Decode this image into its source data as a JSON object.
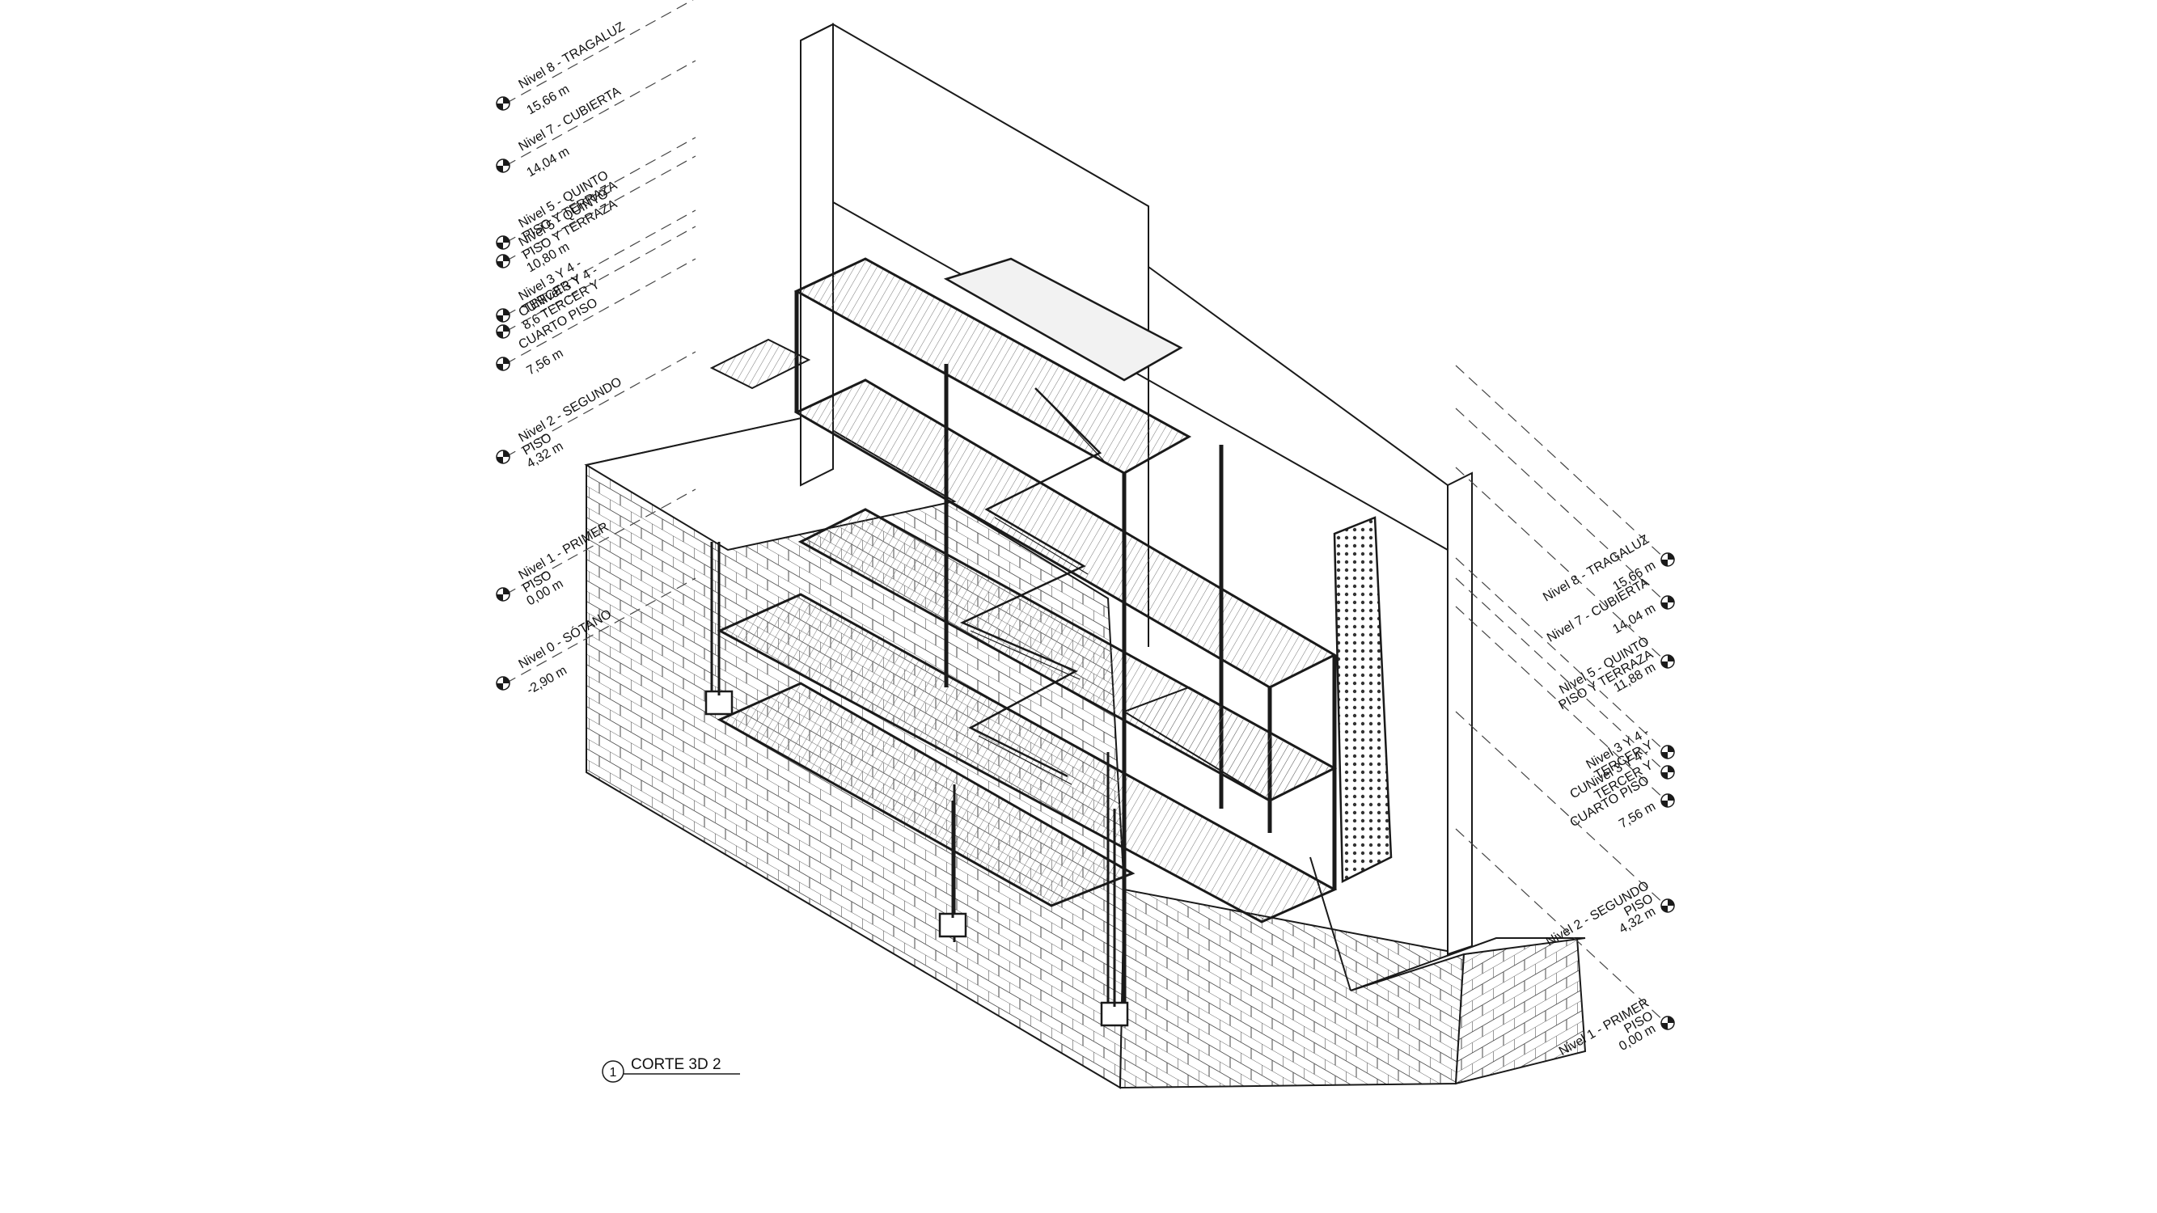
{
  "drawing": {
    "title_number": "1",
    "title": "CORTE 3D 2"
  },
  "levels_left": [
    {
      "name_l1": "Nivel 8 - TRAGALUZ",
      "name_l2": "",
      "elevation": "15,66 m"
    },
    {
      "name_l1": "Nivel 7 - CUBIERTA",
      "name_l2": "",
      "elevation": "14,04 m"
    },
    {
      "name_l1": "Nivel 5 - QUINTO",
      "name_l2": "PISO Y TERRAZA",
      "elevation": ""
    },
    {
      "name_l1": "Nivel 5 - QUINTO",
      "name_l2": "PISO Y TERRAZA",
      "elevation": "10,80 m"
    },
    {
      "name_l1": "Nivel 3 Y 4 -",
      "name_l2": "TERCER Y",
      "elevation": ""
    },
    {
      "name_l1": "CUNivel 3 Y 4 -",
      "name_l2": "8,6 TERCER Y",
      "elevation": ""
    },
    {
      "name_l1": "CUARTO PISO",
      "name_l2": "",
      "elevation": "7,56 m"
    },
    {
      "name_l1": "Nivel 2 - SEGUNDO",
      "name_l2": "PISO",
      "elevation": "4,32 m"
    },
    {
      "name_l1": "Nivel 1 - PRIMER",
      "name_l2": "PISO",
      "elevation": "0,00 m"
    },
    {
      "name_l1": "Nivel 0 - SÓTANO",
      "name_l2": "",
      "elevation": "-2,90 m"
    }
  ],
  "levels_right": [
    {
      "name_l1": "Nivel 8 - TRAGALUZ",
      "name_l2": "",
      "elevation": "15,66 m"
    },
    {
      "name_l1": "Nivel 7 - CUBIERTA",
      "name_l2": "",
      "elevation": "14,04 m"
    },
    {
      "name_l1": "Nivel 5 - QUINTO",
      "name_l2": "PISO Y TERRAZA",
      "elevation": "11,88 m"
    },
    {
      "name_l1": "Nivel 3 Y 4 -",
      "name_l2": "TERCER Y",
      "elevation": ""
    },
    {
      "name_l1": "CUNivel 3 Y 4 -",
      "name_l2": "TERCER Y",
      "elevation": ""
    },
    {
      "name_l1": "CUARTO PISO",
      "name_l2": "",
      "elevation": "7,56 m"
    },
    {
      "name_l1": "Nivel 2 - SEGUNDO",
      "name_l2": "PISO",
      "elevation": "4,32 m"
    },
    {
      "name_l1": "Nivel 1 - PRIMER",
      "name_l2": "PISO",
      "elevation": "0,00 m"
    }
  ],
  "colors": {
    "line": "#1a1a1a",
    "background": "#ffffff"
  }
}
